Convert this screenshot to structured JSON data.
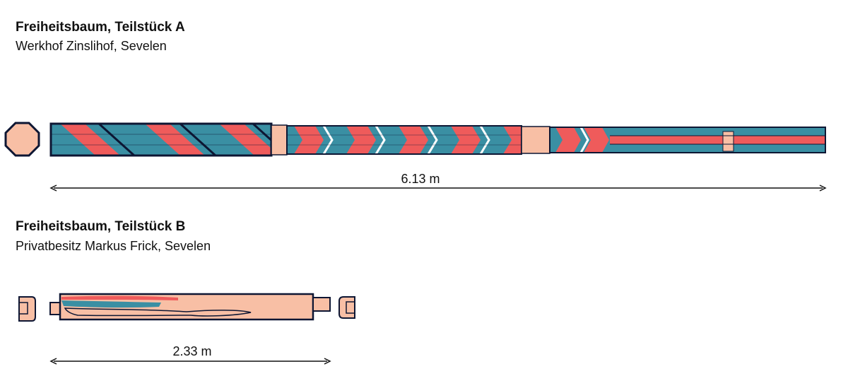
{
  "colors": {
    "blue": "#3a8fa3",
    "red": "#ef5b5b",
    "salmon": "#f8bfa5",
    "outline": "#0d1633",
    "white": "#ffffff"
  },
  "pieces": [
    {
      "title": "Freiheitsbaum, Teilstück A",
      "location": "Werkhof Zinslihof, Sevelen",
      "length_label": "6.13 m"
    },
    {
      "title": "Freiheitsbaum, Teilstück B",
      "location": "Privatbesitz Markus Frick, Sevelen",
      "length_label": "2.33 m"
    }
  ]
}
